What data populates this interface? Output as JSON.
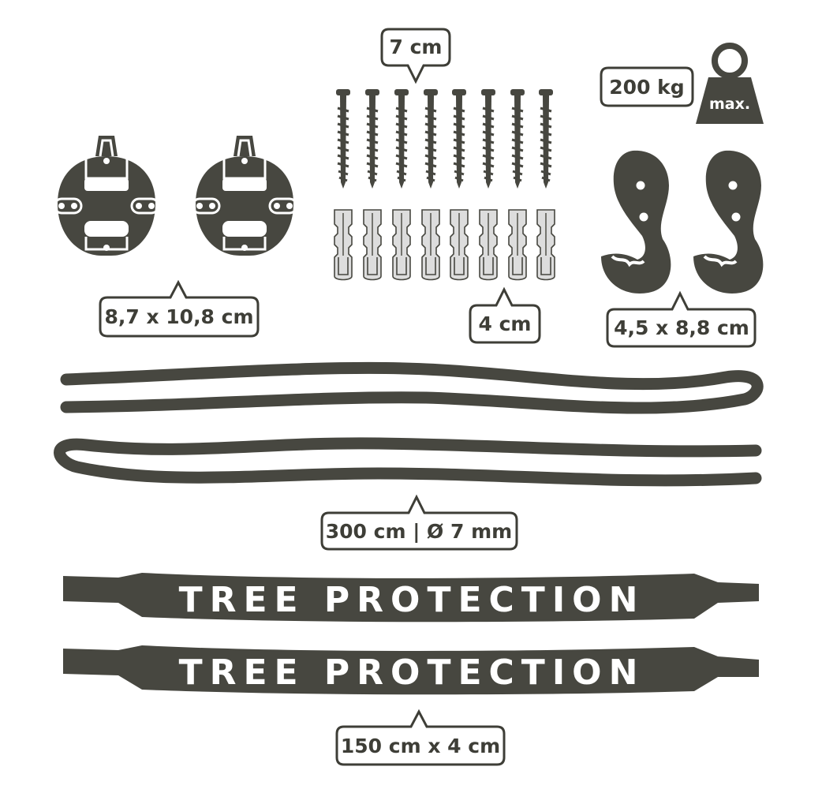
{
  "colors": {
    "ink": "#474740",
    "outline": "#3e3e37",
    "plug": "#dddddd",
    "background": "#ffffff"
  },
  "labels": {
    "screw_length": "7 cm",
    "bracket_size": "8,7 x 10,8 cm",
    "plug_length": "4 cm",
    "max_load": "200 kg",
    "weight_badge": "max.",
    "hook_size": "4,5 x 8,8 cm",
    "rope_spec": "300 cm | Ø 7 mm",
    "strap_text_1": "TREE PROTECTION",
    "strap_text_2": "TREE PROTECTION",
    "strap_size": "150 cm x 4 cm"
  },
  "parts": {
    "wall_brackets": 2,
    "screws": 8,
    "wall_plugs": 8,
    "s_hooks": 2,
    "ropes": 2,
    "straps": 2
  },
  "icons": [
    "wall-bracket-icon",
    "screw-icon",
    "wall-plug-icon",
    "weight-icon",
    "s-hook-icon",
    "rope-icon",
    "strap-icon"
  ]
}
